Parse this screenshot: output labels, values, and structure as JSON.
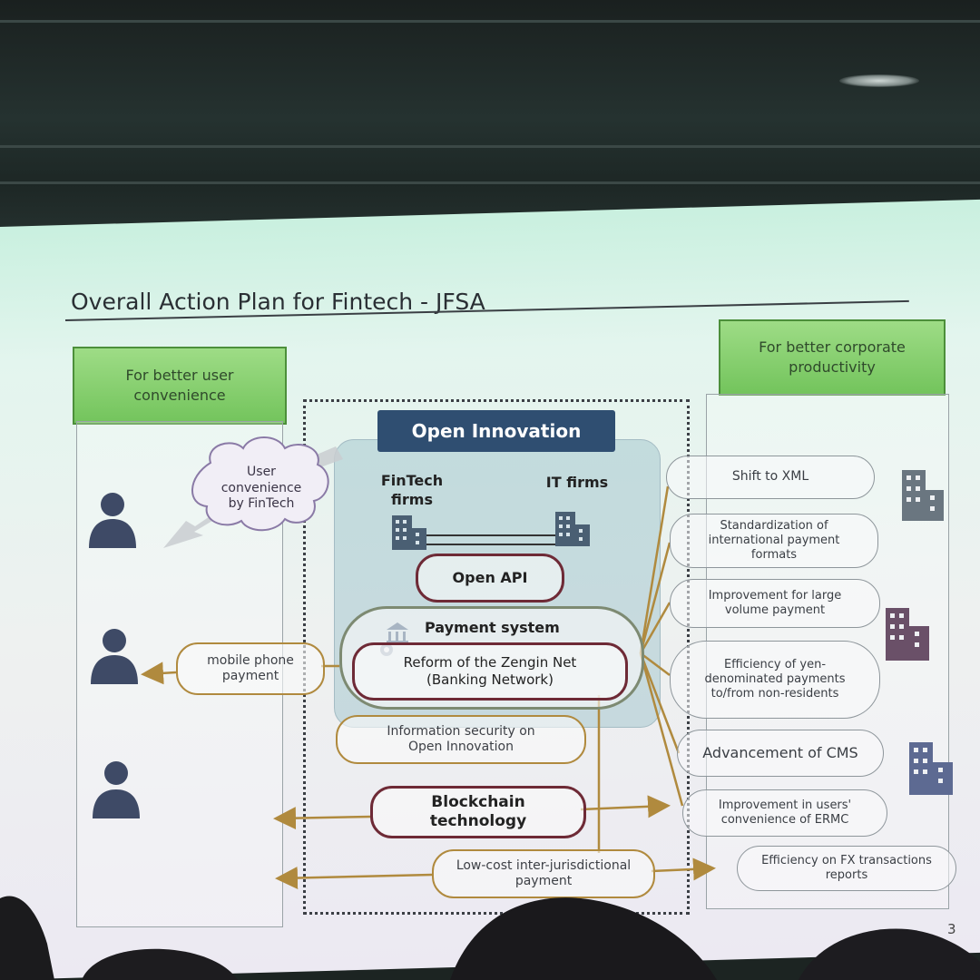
{
  "slide": {
    "title": "Overall Action Plan for Fintech - JFSA",
    "page_number": "3"
  },
  "left_header": "For better user convenience",
  "right_header": "For better corporate productivity",
  "cloud_label": "User convenience by FinTech",
  "center": {
    "header": "Open Innovation",
    "fintech_firms": "FinTech firms",
    "it_firms": "IT firms",
    "open_api": "Open API",
    "payment_system": "Payment system",
    "zengin": "Reform of the Zengin Net (Banking Network)",
    "info_security": "Information security on Open Innovation",
    "blockchain": "Blockchain technology",
    "low_cost": "Low-cost inter-jurisdictional payment"
  },
  "mobile_payment": "mobile phone payment",
  "right_items": [
    "Shift to XML",
    "Standardization of international payment formats",
    "Improvement for large volume payment",
    "Efficiency of yen-denominated payments to/from non-residents",
    "Advancement of CMS",
    "Improvement in users' convenience of ERMC",
    "Efficiency on FX transactions reports"
  ],
  "icons": {
    "person": "person-icon",
    "building": "building-icon",
    "bank": "bank-icon",
    "gear": "gear-icon",
    "cloud": "cloud-icon"
  },
  "colors": {
    "header_blue": "#2f4e71",
    "gold_line": "#b08a3e",
    "maroon_line": "#6e2a36",
    "green_box": "#7fcd66",
    "person": "#3e4a66"
  }
}
